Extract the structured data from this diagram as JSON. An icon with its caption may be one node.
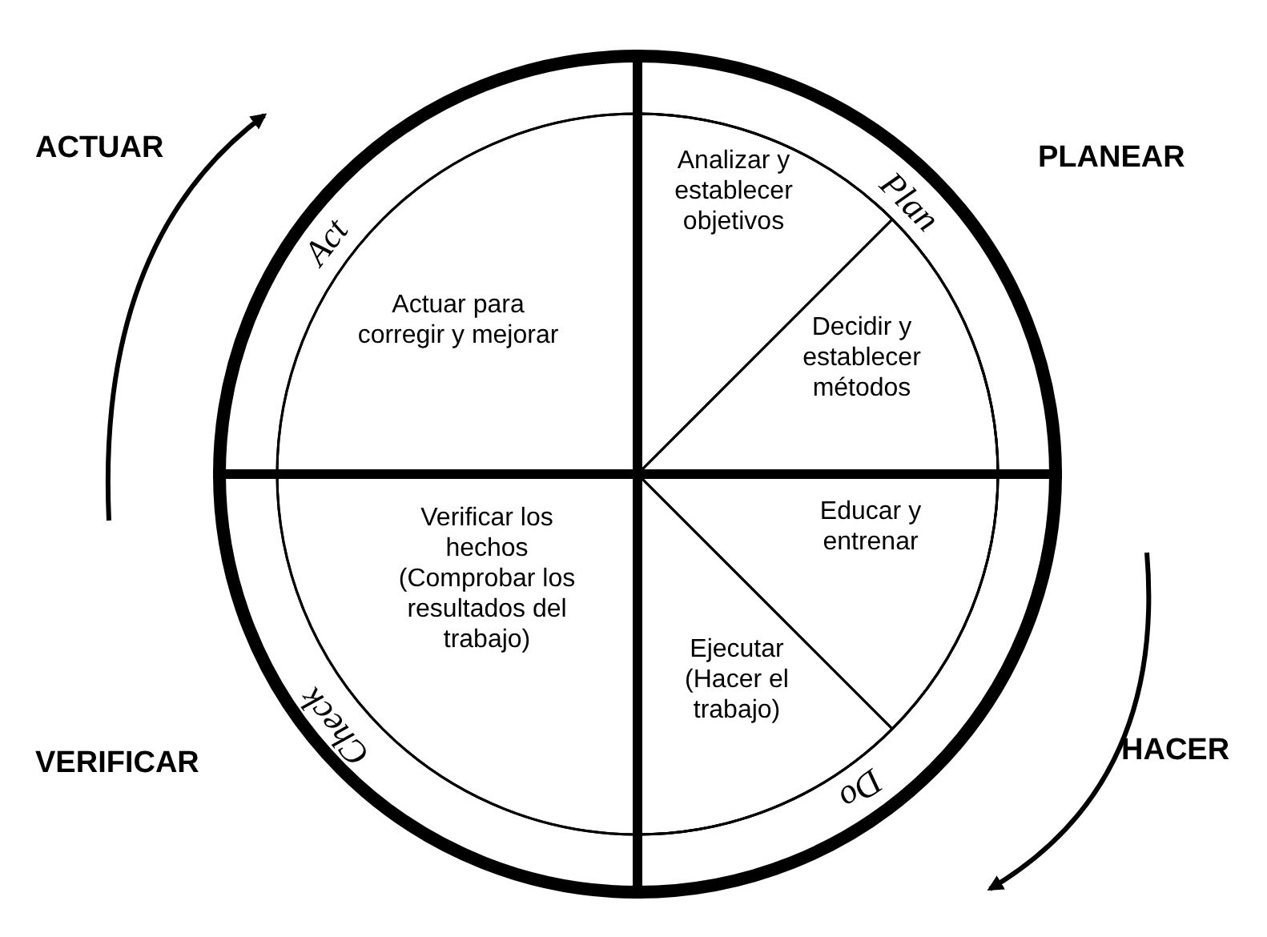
{
  "diagram": {
    "nodes": [
      {
        "text": [
          "Act",
          "Actuar para corregir y mejorar"
        ]
      },
      {
        "text": [
          "Plan"
        ]
      },
      {
        "text": [
          "Analizar y establecer objetivos"
        ],
        "in": 1
      },
      {
        "text": [
          "Decidir y establecer métodos"
        ],
        "in": 1
      },
      {
        "text": [
          "Do"
        ]
      },
      {
        "text": [
          "Educar y entrenar"
        ],
        "in": 4
      },
      {
        "text": [
          "Ejecutar (Hacer el trabajo)"
        ],
        "in": 4
      },
      {
        "text": [
          "Check",
          "Verificar los hechos (Comprobar los resultados del trabajo)"
        ]
      }
    ],
    "labels": [
      "ACTUAR",
      "PLANEAR",
      "HACER",
      "VERIFICAR"
    ]
  }
}
